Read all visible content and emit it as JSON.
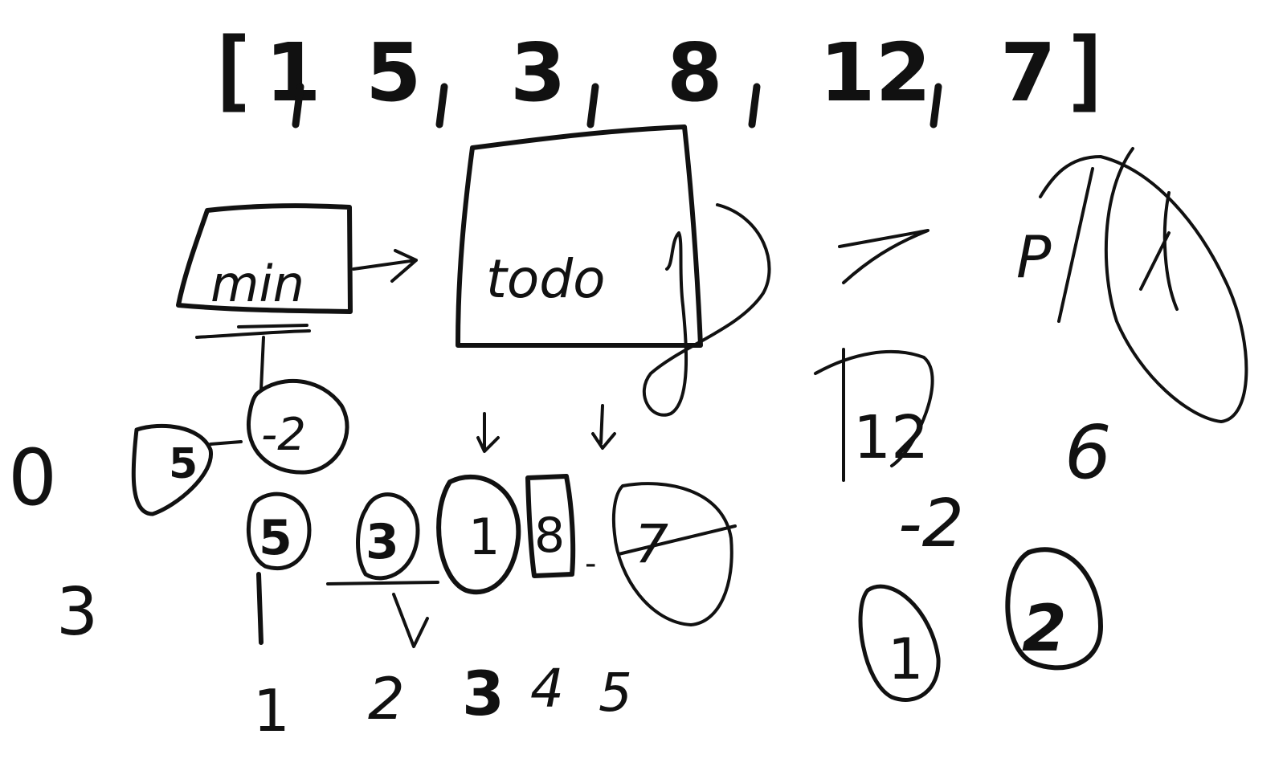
{
  "colors": {
    "ink": "#111111",
    "background": "#ffffff"
  },
  "array": {
    "open": "[",
    "values": [
      "1",
      "5",
      "3",
      "8",
      "12",
      "7"
    ],
    "close": "]"
  },
  "boxes": {
    "min_label": "min",
    "todo_label": "todo"
  },
  "queue_nodes": [
    "-2",
    "5"
  ],
  "loose_numbers": {
    "zero": "0",
    "three": "3",
    "p": "P",
    "six": "6",
    "neg_two": "-2"
  },
  "heap_row": [
    "5",
    "3",
    "1",
    "8",
    "7"
  ],
  "heap_row_sep": "-",
  "steps": [
    "1",
    "2",
    "3",
    "4",
    "5"
  ],
  "right_tree": {
    "root": "12",
    "left": "1",
    "right": "2"
  }
}
